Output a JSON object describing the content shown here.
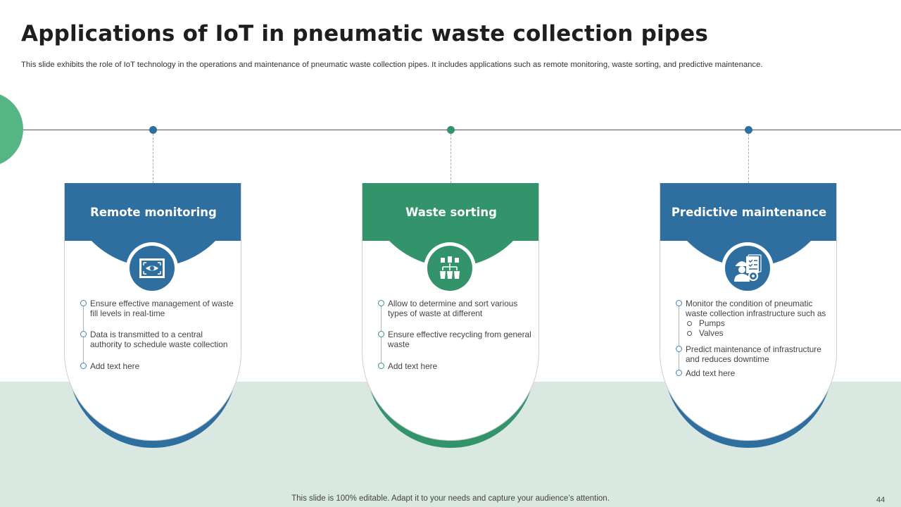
{
  "slide": {
    "title": "Applications of IoT in pneumatic waste collection pipes",
    "subtitle": "This slide exhibits the role of IoT technology in the operations and maintenance of pneumatic waste collection pipes. It includes applications such as remote monitoring, waste sorting, and predictive maintenance.",
    "footer": "This slide is 100% editable. Adapt it to your needs and capture your audience’s attention.",
    "page_number": "44"
  },
  "colors": {
    "blue": "#2f6f9f",
    "green": "#33936a",
    "light_green": "#56b585",
    "band": "#d9e8e0"
  },
  "cards": [
    {
      "title": "Remote monitoring",
      "icon": "eye-monitor-icon",
      "items": [
        {
          "text": "Ensure effective management of waste fill levels in real-time"
        },
        {
          "text": "Data is transmitted to a central authority to schedule waste collection"
        },
        {
          "text": "Add text here"
        }
      ]
    },
    {
      "title": "Waste sorting",
      "icon": "waste-sorting-bins-icon",
      "items": [
        {
          "text": "Allow to determine and sort various types of waste at different"
        },
        {
          "text": "Ensure effective recycling from general waste"
        },
        {
          "text": "Add text here"
        }
      ]
    },
    {
      "title": "Predictive maintenance",
      "icon": "worker-maintenance-icon",
      "items": [
        {
          "text": "Monitor the condition of pneumatic waste collection infrastructure such as",
          "subs": [
            "Pumps",
            "Valves"
          ]
        },
        {
          "text": "Predict maintenance of infrastructure and reduces downtime"
        },
        {
          "text": "Add text here"
        }
      ]
    }
  ]
}
